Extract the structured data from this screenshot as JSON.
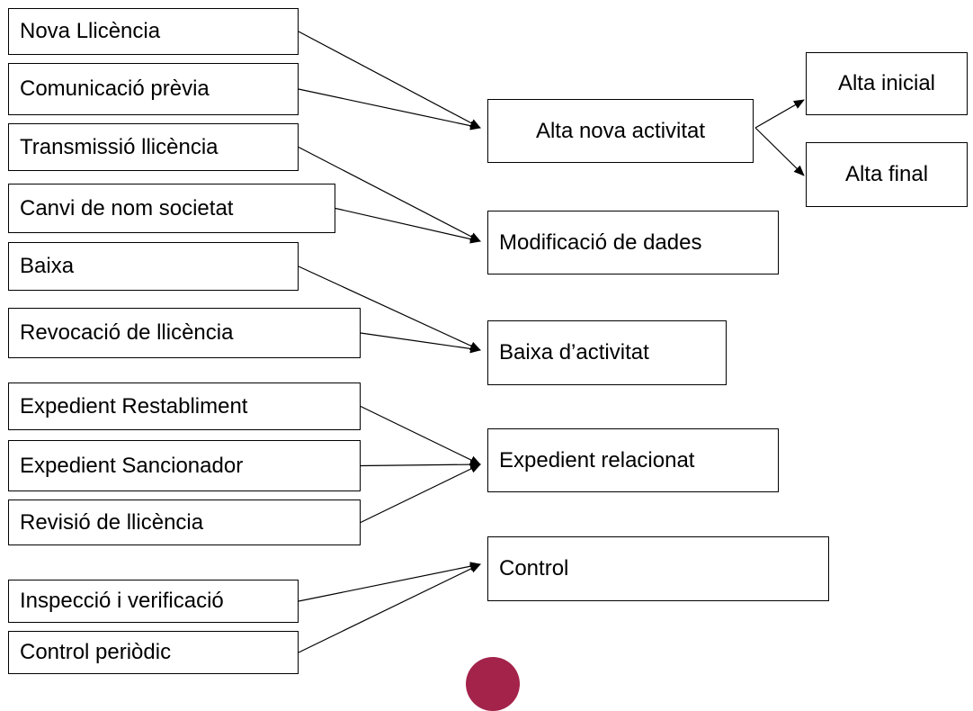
{
  "sources": {
    "nova_llicencia": "Nova Llicència",
    "comunicacio_previa": "Comunicació prèvia",
    "transmissio_llicencia": "Transmissió llicència",
    "canvi_nom_societat": "Canvi de nom societat",
    "baixa": "Baixa",
    "revocacio_llicencia": "Revocació de llicència",
    "expedient_restabliment": "Expedient Restabliment",
    "expedient_sancionador": "Expedient Sancionador",
    "revisio_llicencia": "Revisió de llicència",
    "inspeccio_verificacio": "Inspecció i verificació",
    "control_periodic": "Control periòdic"
  },
  "targets": {
    "alta_nova_activitat": "Alta nova activitat",
    "modificacio_dades": "Modificació de dades",
    "baixa_activitat": "Baixa d’activitat",
    "expedient_relacionat": "Expedient relacionat",
    "control": "Control"
  },
  "outcomes": {
    "alta_inicial": "Alta inicial",
    "alta_final": "Alta final"
  },
  "connections": [
    {
      "from": "nova_llicencia",
      "to": "alta_nova_activitat"
    },
    {
      "from": "comunicacio_previa",
      "to": "alta_nova_activitat"
    },
    {
      "from": "transmissio_llicencia",
      "to": "modificacio_dades"
    },
    {
      "from": "canvi_nom_societat",
      "to": "modificacio_dades"
    },
    {
      "from": "baixa",
      "to": "baixa_activitat"
    },
    {
      "from": "revocacio_llicencia",
      "to": "baixa_activitat"
    },
    {
      "from": "expedient_restabliment",
      "to": "expedient_relacionat"
    },
    {
      "from": "expedient_sancionador",
      "to": "expedient_relacionat"
    },
    {
      "from": "revisio_llicencia",
      "to": "expedient_relacionat"
    },
    {
      "from": "inspeccio_verificacio",
      "to": "control"
    },
    {
      "from": "control_periodic",
      "to": "control"
    },
    {
      "from": "alta_nova_activitat",
      "to": "alta_inicial"
    },
    {
      "from": "alta_nova_activitat",
      "to": "alta_final"
    }
  ],
  "colors": {
    "line": "#000000",
    "box_border": "#000000",
    "decor_circle": "#a3234b"
  }
}
